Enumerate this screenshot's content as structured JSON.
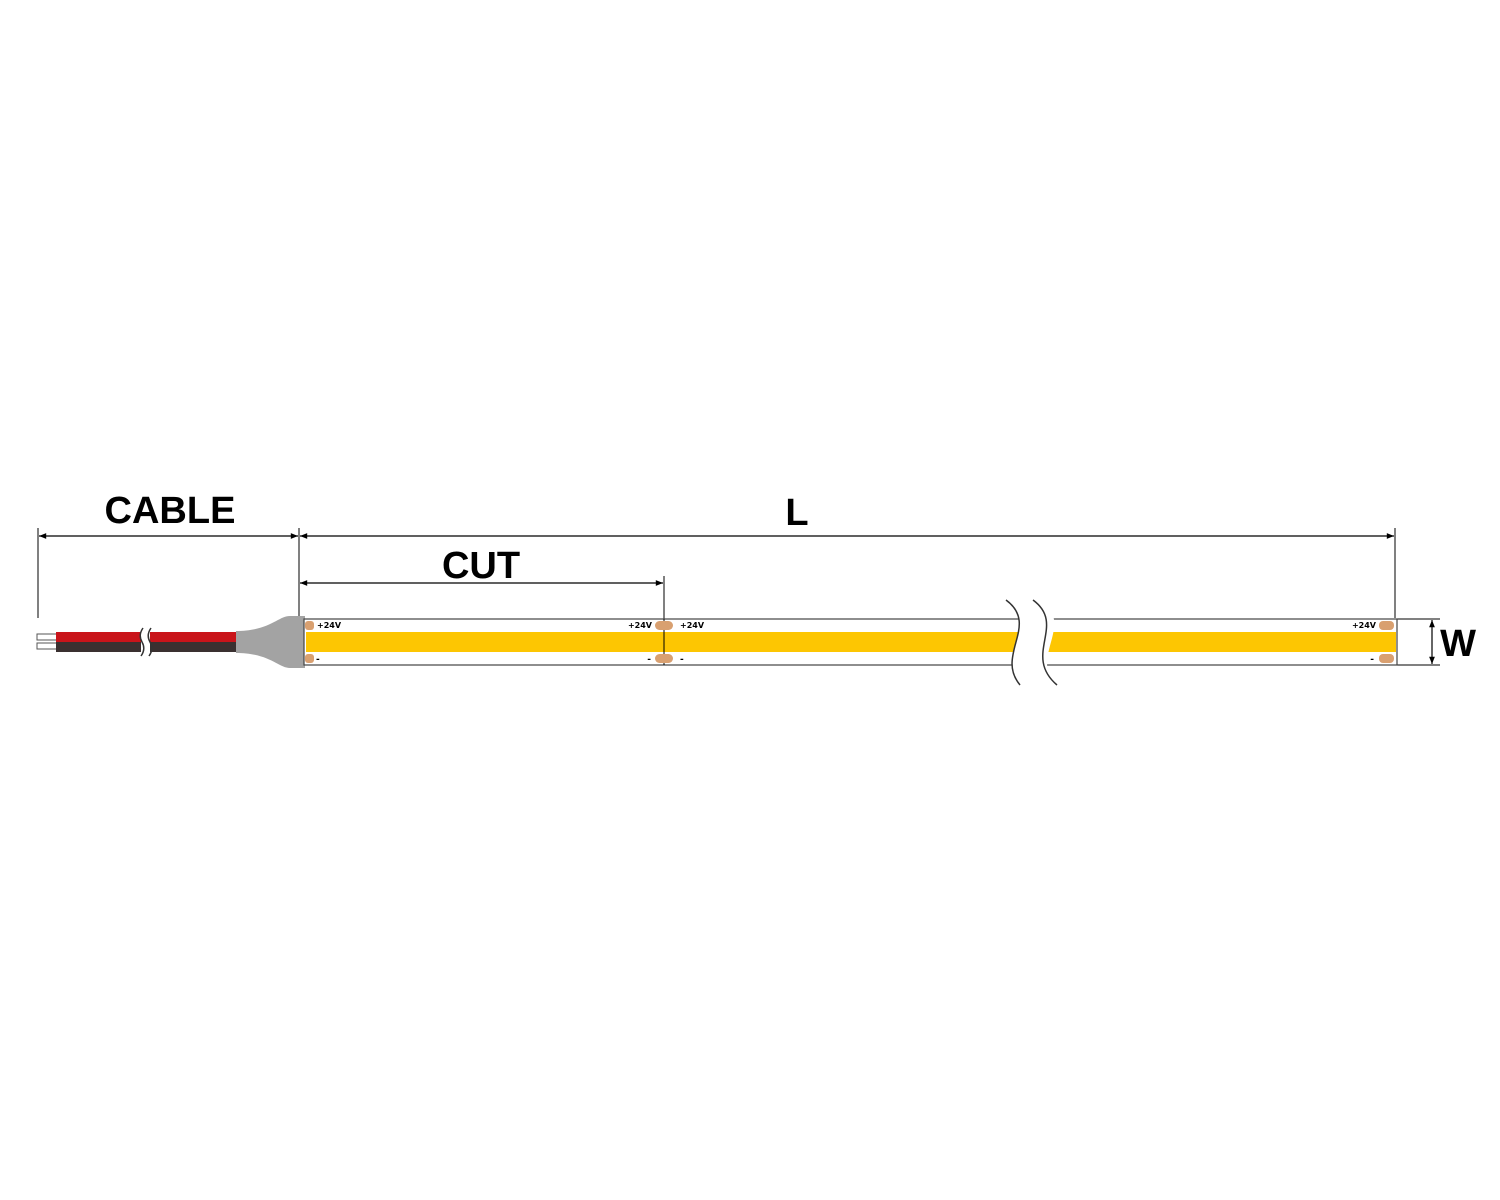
{
  "labels": {
    "cable": "CABLE",
    "length": "L",
    "cut": "CUT",
    "width": "W"
  },
  "pads": {
    "positive": "+24V",
    "negative": "-"
  },
  "colors": {
    "strip_light": "#fdc602",
    "pad": "#d9a070",
    "connector": "#a3a3a3",
    "wire_red": "#c9141a",
    "wire_black": "#3a3030",
    "line": "#000000"
  }
}
